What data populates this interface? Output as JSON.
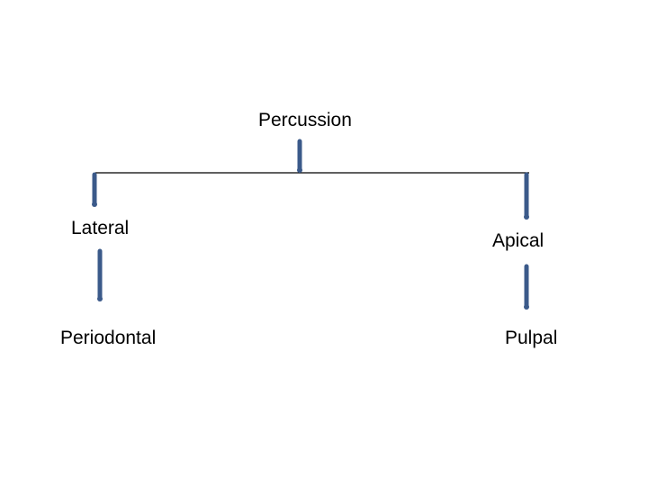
{
  "diagram": {
    "root": {
      "label": "Percussion"
    },
    "branches": [
      {
        "label": "Lateral",
        "child": {
          "label": "Periodontal"
        }
      },
      {
        "label": "Apical",
        "child": {
          "label": "Pulpal"
        }
      }
    ]
  },
  "colors": {
    "connector": "#3b5a8a",
    "line": "#000000",
    "text": "#000000"
  }
}
